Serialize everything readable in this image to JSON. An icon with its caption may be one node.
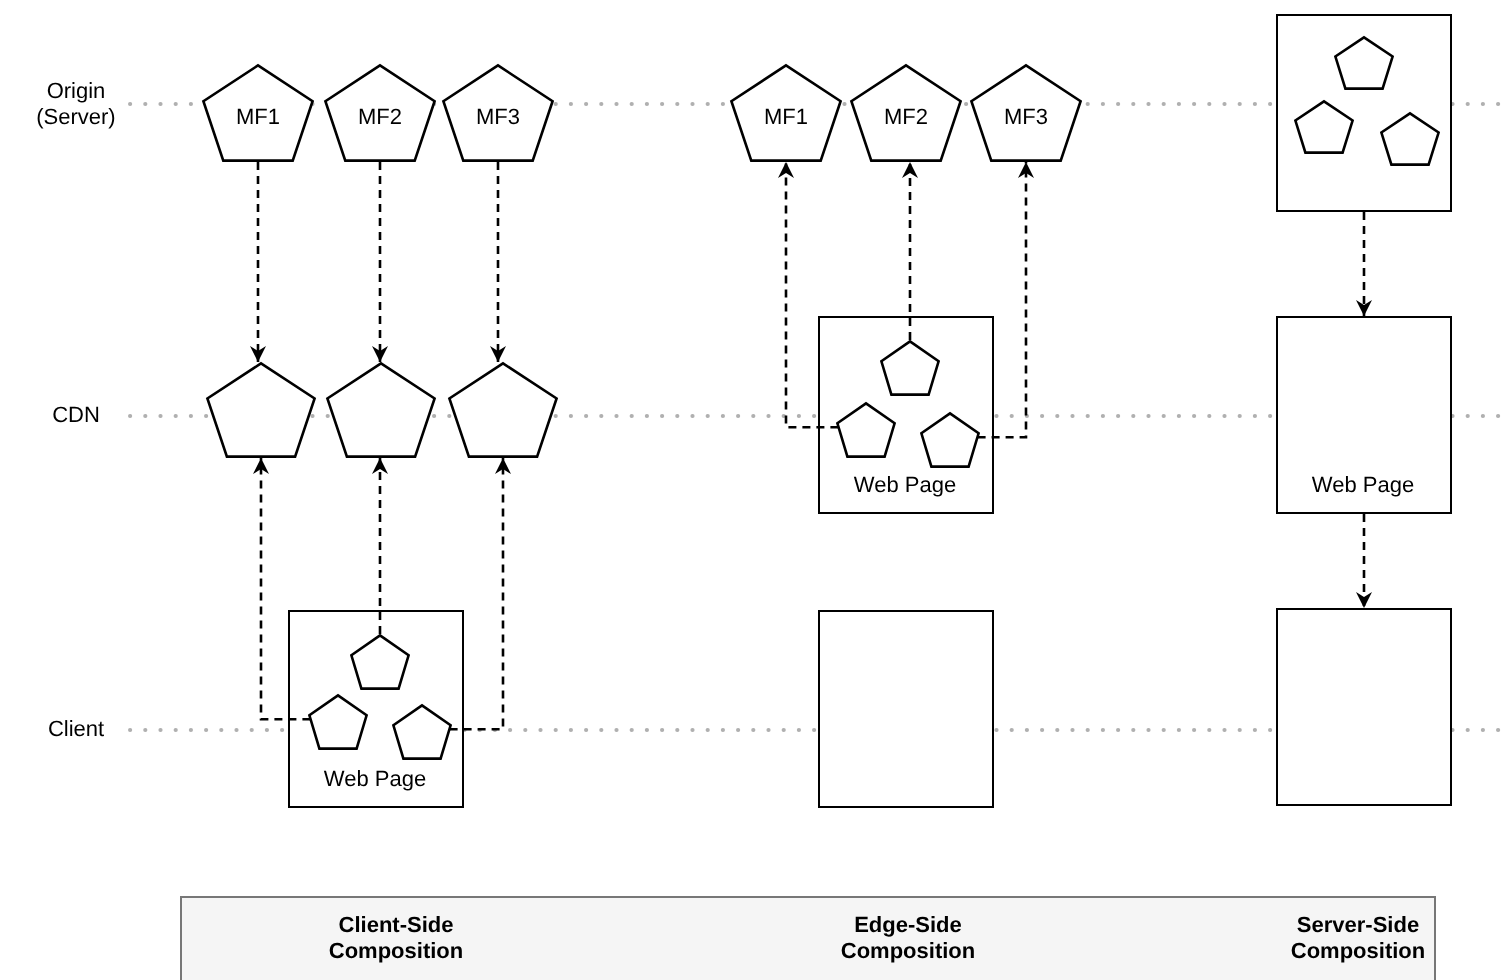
{
  "diagram": {
    "nodes": [
      {
        "text": [
          "MF1"
        ]
      },
      {
        "text": [
          "MF2"
        ]
      },
      {
        "text": [
          "MF3"
        ]
      },
      {
        "text": [],
        "shape": "pentagon"
      },
      {
        "text": [],
        "shape": "pentagon"
      },
      {
        "text": [],
        "shape": "pentagon"
      },
      {
        "text": [
          "Web Page"
        ]
      },
      {
        "text": [],
        "shape": "pentagon",
        "in": 6
      },
      {
        "text": [],
        "shape": "pentagon",
        "in": 6
      },
      {
        "text": [],
        "shape": "pentagon",
        "in": 6
      },
      {
        "text": [
          "MF1"
        ]
      },
      {
        "text": [
          "MF2"
        ]
      },
      {
        "text": [
          "MF3"
        ]
      },
      {
        "text": [
          "Web Page"
        ]
      },
      {
        "text": [],
        "shape": "pentagon",
        "in": 13
      },
      {
        "text": [],
        "shape": "pentagon",
        "in": 13
      },
      {
        "text": [],
        "shape": "pentagon",
        "in": 13
      },
      {
        "text": [],
        "shape": "box"
      },
      {
        "text": [],
        "shape": "pentagon",
        "in": 17
      },
      {
        "text": [],
        "shape": "pentagon",
        "in": 17
      },
      {
        "text": [],
        "shape": "pentagon",
        "in": 17
      },
      {
        "text": [
          "Web Page"
        ]
      },
      {
        "text": [],
        "shape": "box"
      },
      {
        "text": [],
        "shape": "box"
      },
      {
        "text": [
          "Client-Side Composition",
          "Edge-Side Composition",
          "Server-Side Composition"
        ]
      }
    ],
    "edges": [
      {
        "from": 0,
        "to": 3,
        "arrow": "to",
        "style": "dashed"
      },
      {
        "from": 1,
        "to": 4,
        "arrow": "to",
        "style": "dashed"
      },
      {
        "from": 2,
        "to": 5,
        "arrow": "to",
        "style": "dashed"
      },
      {
        "from": 8,
        "to": 3,
        "arrow": "to",
        "style": "dashed"
      },
      {
        "from": 7,
        "to": 4,
        "arrow": "to",
        "style": "dashed"
      },
      {
        "from": 9,
        "to": 5,
        "arrow": "to",
        "style": "dashed"
      },
      {
        "from": 15,
        "to": 10,
        "arrow": "to",
        "style": "dashed"
      },
      {
        "from": 14,
        "to": 11,
        "arrow": "to",
        "style": "dashed"
      },
      {
        "from": 16,
        "to": 12,
        "arrow": "to",
        "style": "dashed"
      },
      {
        "from": 17,
        "to": 21,
        "arrow": "to",
        "style": "dashed"
      },
      {
        "from": 21,
        "to": 23,
        "arrow": "to",
        "style": "dashed"
      }
    ],
    "labels": [
      "Origin (Server)",
      "CDN",
      "Client"
    ]
  }
}
